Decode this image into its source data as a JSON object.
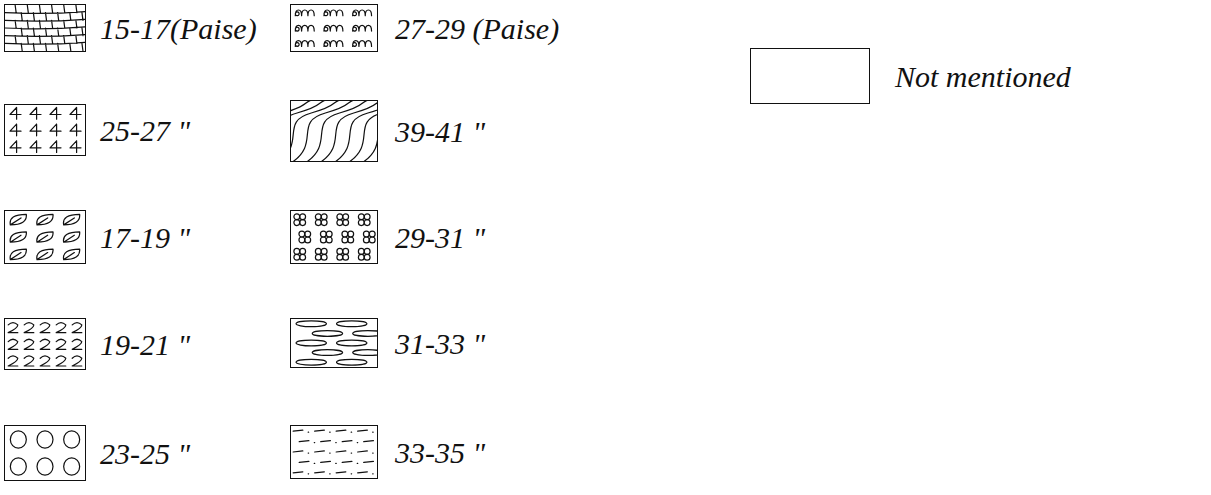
{
  "diagram": {
    "legend": [
      {
        "text": "15-17(Paise)"
      },
      {
        "text": "27-29 (Paise)"
      },
      {
        "text": "Not mentioned",
        "color": "#ffffff"
      },
      {
        "text": "25-27 \""
      },
      {
        "text": "39-41 \""
      },
      {
        "text": "17-19 \""
      },
      {
        "text": "29-31 \""
      },
      {
        "text": "19-21 \""
      },
      {
        "text": "31-33 \""
      },
      {
        "text": "23-25 \""
      },
      {
        "text": "33-35 \""
      }
    ]
  }
}
